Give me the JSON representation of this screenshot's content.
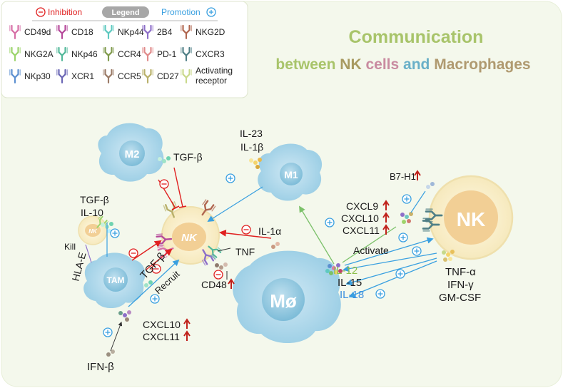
{
  "title": {
    "line1": "Communication",
    "line2_words": [
      "between",
      "NK",
      "cells",
      "and",
      "Macrophages"
    ]
  },
  "legend": {
    "inhibition": "Inhibition",
    "legend": "Legend",
    "promotion": "Promotion",
    "receptors": [
      {
        "name": "CD49d",
        "color": "#d66fa6"
      },
      {
        "name": "CD18",
        "color": "#b5489a"
      },
      {
        "name": "NKp44",
        "color": "#5ec9c0"
      },
      {
        "name": "2B4",
        "color": "#8e6fc9"
      },
      {
        "name": "NKG2D",
        "color": "#b0664f"
      },
      {
        "name": "NKG2A",
        "color": "#9bd46b"
      },
      {
        "name": "NKp46",
        "color": "#52b89a"
      },
      {
        "name": "CCR4",
        "color": "#7f9a4c"
      },
      {
        "name": "PD-1",
        "color": "#e08a8a"
      },
      {
        "name": "CXCR3",
        "color": "#4f7f86"
      },
      {
        "name": "NKp30",
        "color": "#5b8fd0"
      },
      {
        "name": "XCR1",
        "color": "#6a66b5"
      },
      {
        "name": "CCR5",
        "color": "#9a7a66"
      },
      {
        "name": "CD27",
        "color": "#b8b06a"
      },
      {
        "name": "Activating receptor",
        "line1": "Activating",
        "line2": "receptor",
        "color": "#c9d98a"
      }
    ]
  },
  "cells": {
    "m2": "M2",
    "m1": "M1",
    "nk_center": "NK",
    "nk_small": "NK",
    "tam": "TAM",
    "mo": "Mø",
    "nk_big": "NK"
  },
  "labels": {
    "tgfb_top": "TGF-β",
    "il23": "IL-23",
    "il1b": "IL-1β",
    "tgfb_left": "TGF-β",
    "il10": "IL-10",
    "kill": "Kill",
    "hlae": "HLA-E",
    "tgfb_tam": "TGF-β",
    "recruit": "Recruit",
    "il1a": "IL-1α",
    "tnf": "TNF",
    "cd48": "CD48",
    "cxcl10_bottom": "CXCL10",
    "cxcl11_bottom": "CXCL11",
    "ifnb": "IFN-β",
    "b7h1": "B7-H1",
    "cxcl9": "CXCL9",
    "cxcl10_right": "CXCL10",
    "cxcl11_right": "CXCL11",
    "activate": "Activate",
    "il12": "IL-12",
    "il15": "IL-15",
    "il18": "IL-18",
    "tnfa": "TNF-α",
    "ifng": "IFN-γ",
    "gmcsf": "GM-CSF"
  },
  "colors": {
    "inhibition": "#e02020",
    "promotion": "#3aa0e0",
    "green_arrow": "#7cc16a",
    "up_arrow": "#c0201a",
    "macrophage": "#a9d6ea",
    "nk_fill": "#fbf3d3",
    "nk_core": "#f2cf95",
    "title_green": "#a8c46a",
    "title_olive": "#a89a60",
    "title_pink": "#c98ba0",
    "title_blue": "#6ab0c8",
    "title_tan": "#b09a70",
    "il12_color": "#8cc04a",
    "il18_color": "#3a8ee0",
    "panel_bg": "#f3f8ea"
  }
}
